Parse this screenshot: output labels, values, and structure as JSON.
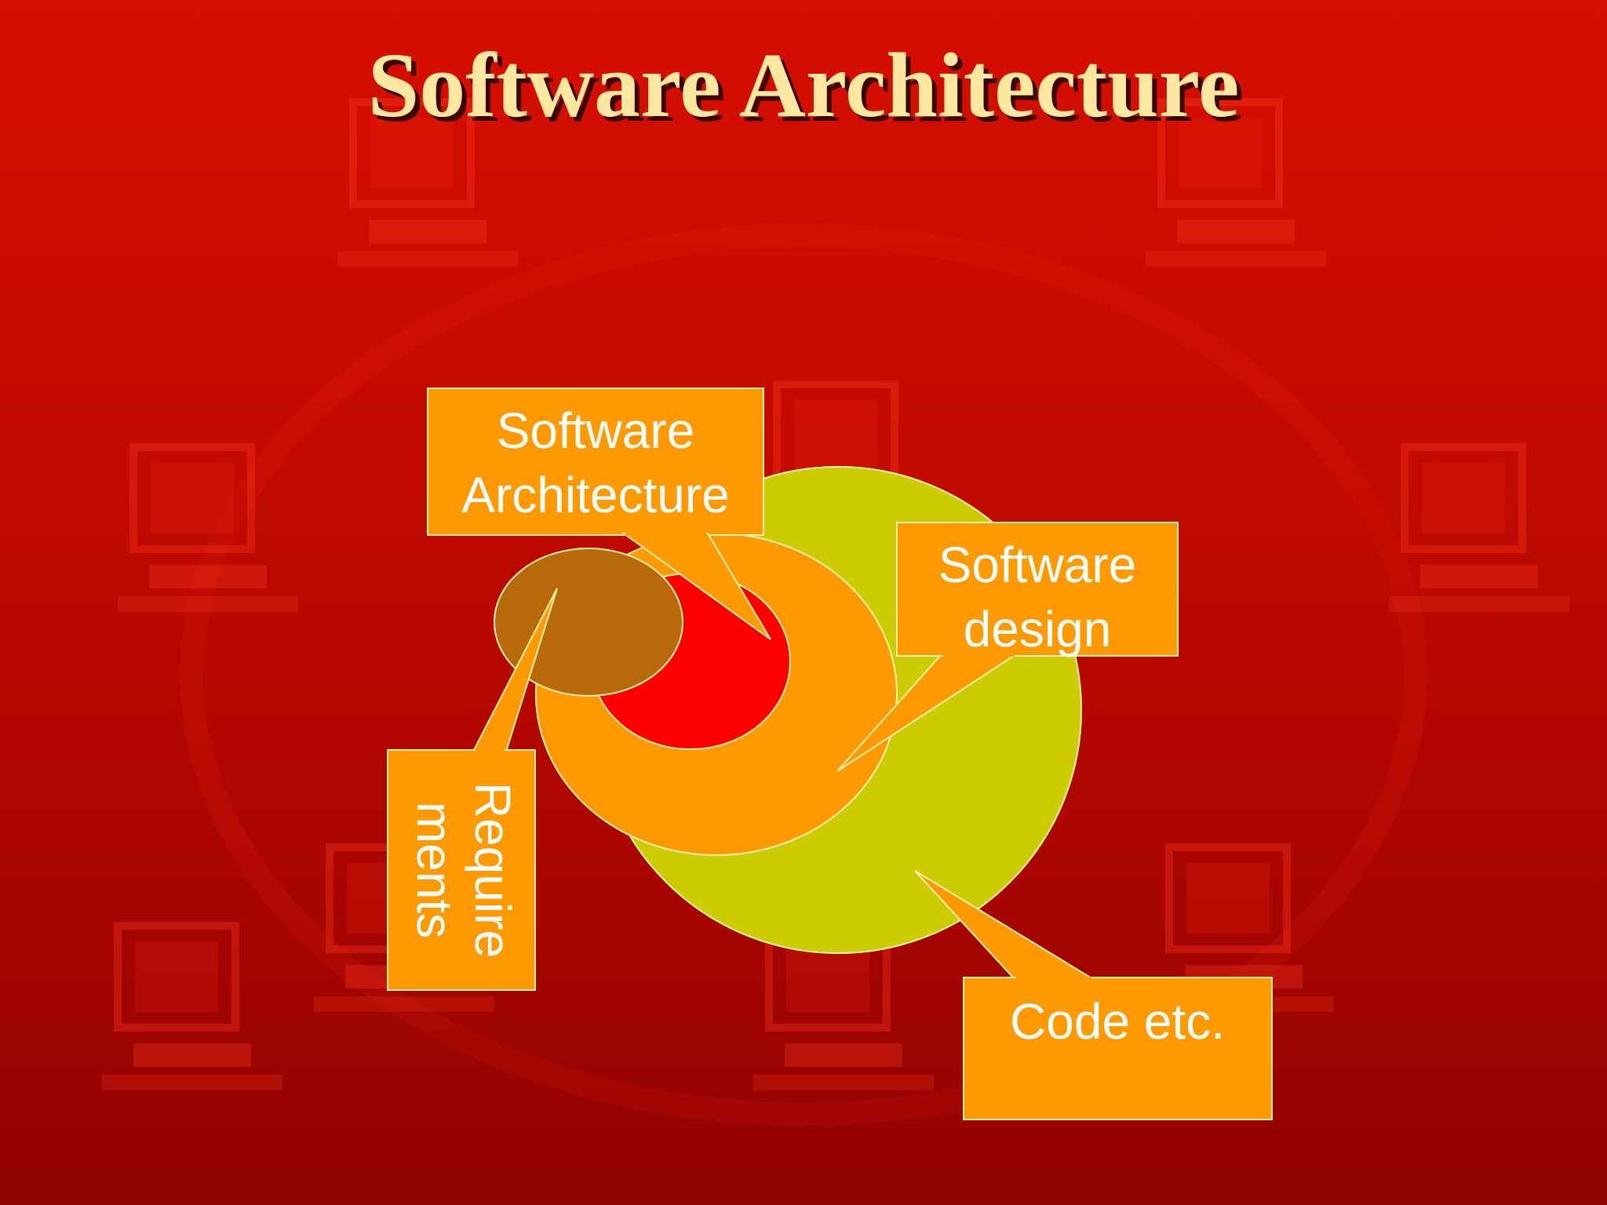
{
  "title": "Software Architecture",
  "diagram": {
    "callouts": {
      "software_architecture": [
        "Software",
        "Architecture"
      ],
      "software_design": [
        "Software",
        "design"
      ],
      "requirements": [
        "Require",
        "ments"
      ],
      "code": "Code etc."
    }
  },
  "colors": {
    "background": "#c8100a",
    "title": "#fbe7a0",
    "code_circle": "#cccc00",
    "design_ring": "#ff9900",
    "architecture_core": "#ff0000",
    "requirements_ellipse": "#b8690a",
    "callout_fill": "#ff9900",
    "callout_text": "#ffffff"
  },
  "background_motif": [
    "computer-icon",
    "computer-icon",
    "computer-icon",
    "computer-icon",
    "computer-icon",
    "computer-icon",
    "computer-icon",
    "computer-icon",
    "computer-icon"
  ]
}
